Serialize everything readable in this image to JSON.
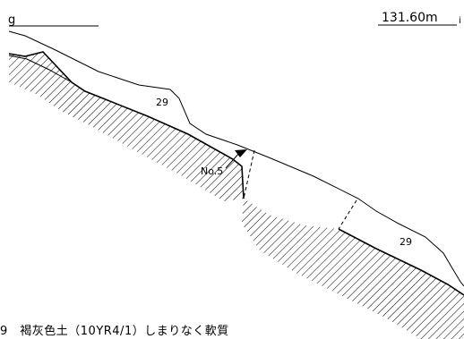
{
  "section": {
    "grid_letter": "g",
    "elevation": "131.60m",
    "elevation_suffix": "i",
    "layer_label_upper": "29",
    "layer_label_lower": "29",
    "sample_label": "No.5"
  },
  "legend": {
    "text": "9　褐灰色土（10YR4/1）しまりなく軟質"
  }
}
